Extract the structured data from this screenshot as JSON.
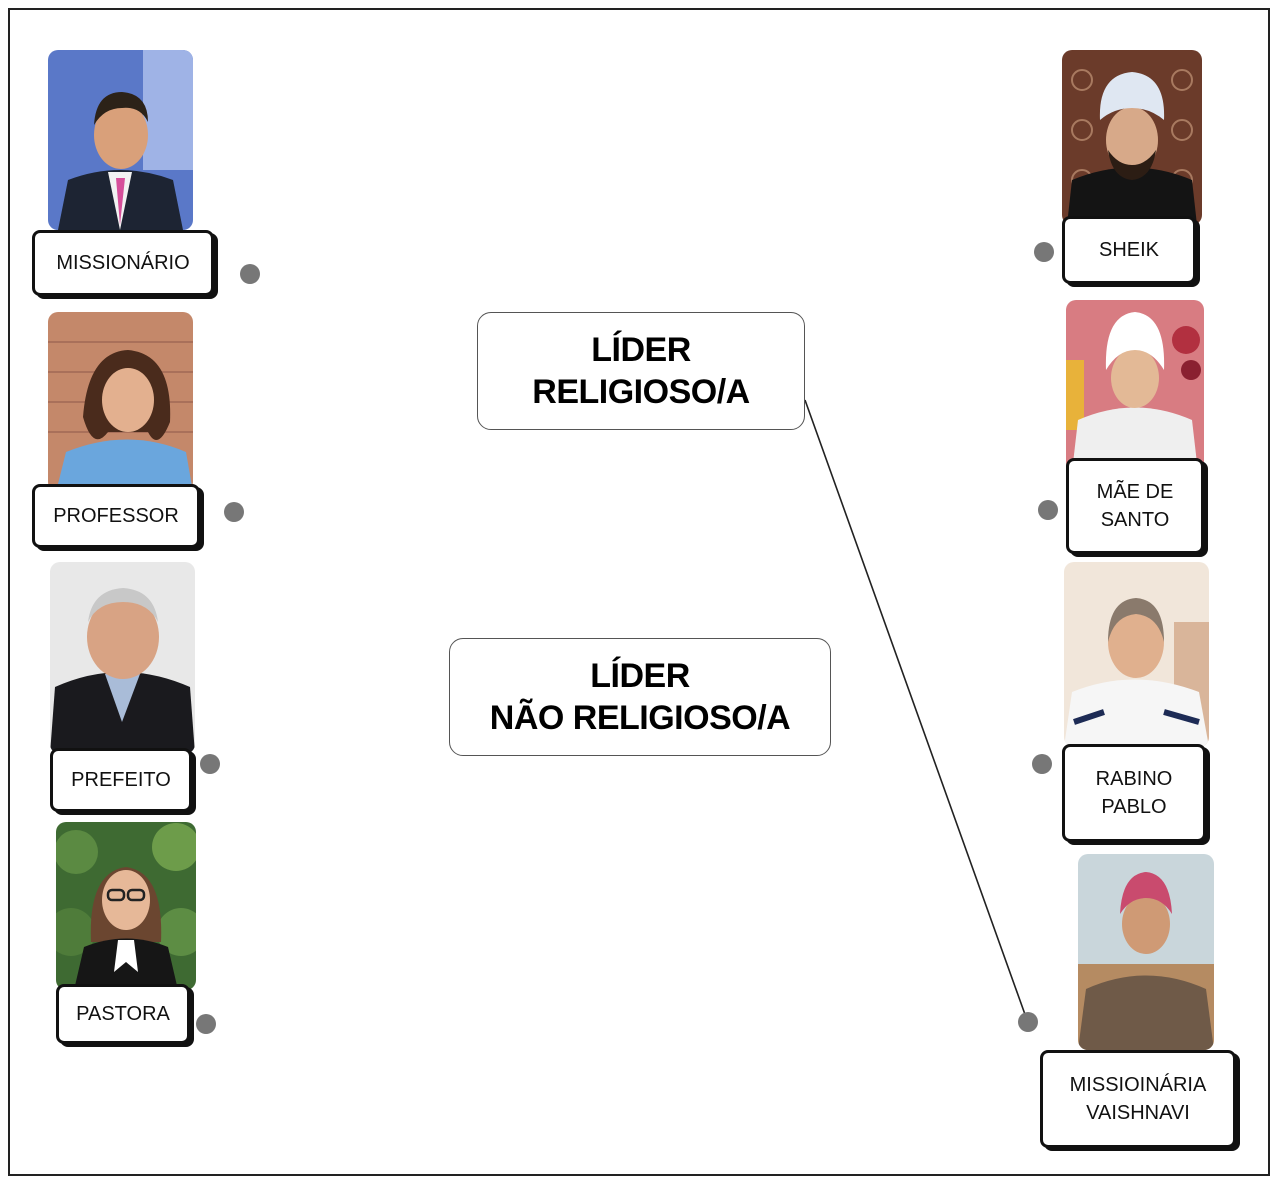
{
  "categories": {
    "religious": {
      "line1": "LÍDER",
      "line2": "RELIGIOSO/A"
    },
    "non_religious": {
      "line1": "LÍDER",
      "line2": "NÃO RELIGIOSO/A"
    }
  },
  "left_items": [
    {
      "label": "MISSIONÁRIO"
    },
    {
      "label": "PROFESSOR"
    },
    {
      "label": "PREFEITO"
    },
    {
      "label": "PASTORA"
    }
  ],
  "right_items": [
    {
      "label_line1": "SHEIK",
      "label_line2": ""
    },
    {
      "label_line1": "MÃE DE",
      "label_line2": "SANTO"
    },
    {
      "label_line1": "RABINO",
      "label_line2": "PABLO"
    },
    {
      "label_line1": "MISSIOINÁRIA",
      "label_line2": "VAISHNAVI"
    }
  ],
  "colors": {
    "dot": "#777777",
    "label_border": "#111111",
    "connector": "#222222"
  }
}
